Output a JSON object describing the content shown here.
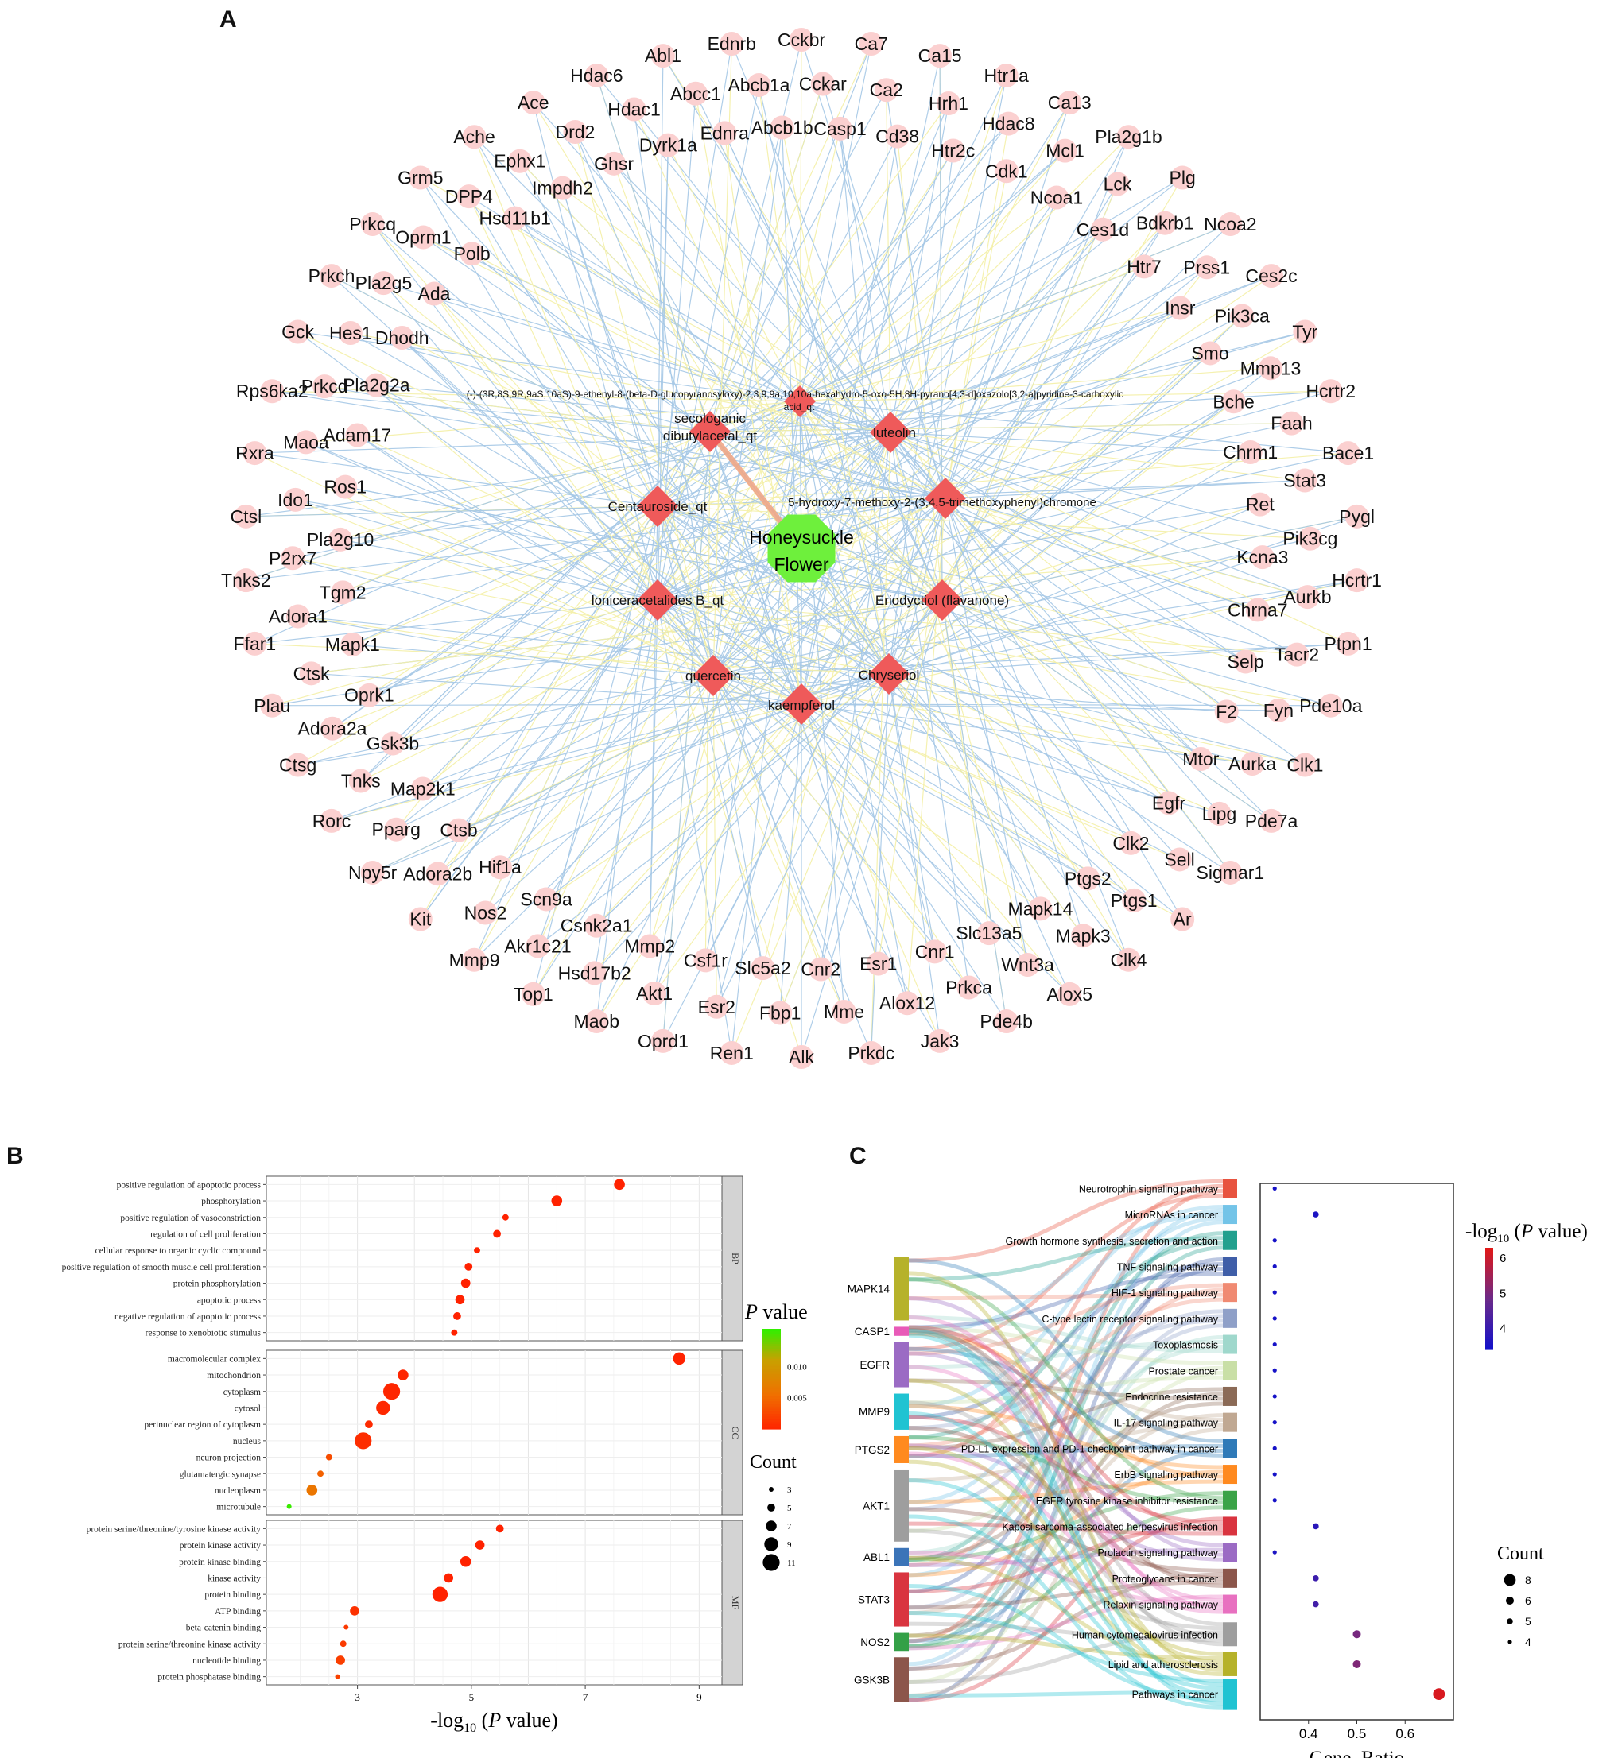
{
  "figure": {
    "letters": [
      "A",
      "B",
      "C"
    ]
  },
  "colors": {
    "target_node": "#fbd0d0",
    "compound_node": "#ef5a5a",
    "herb_node": "#6ef03c",
    "edge_blue": "#a6c8e6",
    "edge_yellow": "#f4f0a8",
    "edge_orange": "#f0a888",
    "strip_bg": "#d3d3d3"
  },
  "network": {
    "herb": {
      "line1": "Honeysuckle",
      "line2": "Flower"
    },
    "compounds": [
      {
        "label": "(-)-(3R,8S,9R,9aS,10aS)-9-ethenyl-8-(beta-D-glucopyranosyloxy)-2,3,9,9a,10,10a-hexahydro-5-oxo-5H,8H-pyrano[4,3-d]oxazolo[3,2-a]pyridine-3-carboxylic",
        "label2": "acid_qt"
      },
      {
        "label": "secologanic",
        "label2": "dibutylacetal_qt"
      },
      {
        "label": "luteolin"
      },
      {
        "label": "Centauroside_qt"
      },
      {
        "label": "5-hydroxy-7-methoxy-2-(3,4,5-trimethoxyphenyl)chromone"
      },
      {
        "label": "loniceracetalides B_qt"
      },
      {
        "label": "Eriodyctiol (flavanone)"
      },
      {
        "label": "quercetin"
      },
      {
        "label": "Chryseriol"
      },
      {
        "label": "kaempferol"
      }
    ],
    "targets": [
      "Cckbr",
      "Cckar",
      "Casp1",
      "Ca7",
      "Ca2",
      "Cd38",
      "Ca15",
      "Hrh1",
      "Htr2c",
      "Htr1a",
      "Hdac8",
      "Cdk1",
      "Ca13",
      "Mcl1",
      "Ncoa1",
      "Pla2g1b",
      "Lck",
      "Ces1d",
      "Plg",
      "Bdkrb1",
      "Htr7",
      "Ncoa2",
      "Prss1",
      "Insr",
      "Ces2c",
      "Pik3ca",
      "Smo",
      "Tyr",
      "Mmp13",
      "Bche",
      "Hcrtr2",
      "Faah",
      "Chrm1",
      "Bace1",
      "Stat3",
      "Ret",
      "Pygl",
      "Pik3cg",
      "Kcna3",
      "Hcrtr1",
      "Aurkb",
      "Chrna7",
      "Ptpn1",
      "Tacr2",
      "Selp",
      "Pde10a",
      "Fyn",
      "F2",
      "Clk1",
      "Aurka",
      "Mtor",
      "Pde7a",
      "Lipg",
      "Egfr",
      "Sigmar1",
      "Sell",
      "Clk2",
      "Ar",
      "Ptgs1",
      "Ptgs2",
      "Clk4",
      "Mapk3",
      "Mapk14",
      "Alox5",
      "Wnt3a",
      "Slc13a5",
      "Pde4b",
      "Prkca",
      "Cnr1",
      "Jak3",
      "Alox12",
      "Esr1",
      "Prkdc",
      "Mme",
      "Cnr2",
      "Alk",
      "Fbp1",
      "Slc5a2",
      "Ren1",
      "Esr2",
      "Csf1r",
      "Oprd1",
      "Akt1",
      "Mmp2",
      "Maob",
      "Hsd17b2",
      "Csnk2a1",
      "Top1",
      "Akr1c21",
      "Scn9a",
      "Mmp9",
      "Nos2",
      "Hif1a",
      "Kit",
      "Adora2b",
      "Ctsb",
      "Npy5r",
      "Pparg",
      "Map2k1",
      "Rorc",
      "Tnks",
      "Gsk3b",
      "Ctsg",
      "Adora2a",
      "Oprk1",
      "Plau",
      "Ctsk",
      "Mapk1",
      "Ffar1",
      "Adora1",
      "Tgm2",
      "Tnks2",
      "P2rx7",
      "Pla2g10",
      "Ctsl",
      "Ido1",
      "Ros1",
      "Rxra",
      "Maoa",
      "Adam17",
      "Rps6ka2",
      "Prkcd",
      "Pla2g2a",
      "Gck",
      "Hes1",
      "Dhodh",
      "Prkch",
      "Pla2g5",
      "Ada",
      "Prkcq",
      "Oprm1",
      "Polb",
      "Grm5",
      "DPP4",
      "Hsd11b1",
      "Ache",
      "Ephx1",
      "Impdh2",
      "Ace",
      "Drd2",
      "Ghsr",
      "Hdac6",
      "Hdac1",
      "Dyrk1a",
      "Abl1",
      "Abcc1",
      "Ednra",
      "Ednrb",
      "Abcb1a",
      "Abcb1b"
    ]
  },
  "chart_data": [
    {
      "panel": "B",
      "type": "scatter",
      "xlabel": "-log10 (P value)",
      "xticks": [
        3,
        5,
        7,
        9
      ],
      "xlim": [
        1.4,
        9.4
      ],
      "grid": true,
      "facets": [
        {
          "name": "BP",
          "terms": [
            {
              "term": "positive regulation of apoptotic process",
              "x": 7.6,
              "count": 7,
              "p": 0.0
            },
            {
              "term": "phosphorylation",
              "x": 6.5,
              "count": 7,
              "p": 0.0
            },
            {
              "term": "positive regulation of vasoconstriction",
              "x": 5.6,
              "count": 4,
              "p": 0.0
            },
            {
              "term": "regulation of cell proliferation",
              "x": 5.45,
              "count": 5,
              "p": 0.0
            },
            {
              "term": "cellular response to organic cyclic compound",
              "x": 5.1,
              "count": 4,
              "p": 0.0
            },
            {
              "term": "positive regulation of smooth muscle cell proliferation",
              "x": 4.95,
              "count": 5,
              "p": 0.0
            },
            {
              "term": "protein phosphorylation",
              "x": 4.9,
              "count": 6,
              "p": 0.0
            },
            {
              "term": "apoptotic process",
              "x": 4.8,
              "count": 6,
              "p": 0.0
            },
            {
              "term": "negative regulation of apoptotic process",
              "x": 4.75,
              "count": 5,
              "p": 0.0
            },
            {
              "term": "response to xenobiotic stimulus",
              "x": 4.7,
              "count": 4,
              "p": 0.0
            }
          ]
        },
        {
          "name": "CC",
          "terms": [
            {
              "term": "macromolecular complex",
              "x": 8.65,
              "count": 8,
              "p": 0.0
            },
            {
              "term": "mitochondrion",
              "x": 3.8,
              "count": 7,
              "p": 0.0002
            },
            {
              "term": "cytoplasm",
              "x": 3.6,
              "count": 11,
              "p": 0.0003
            },
            {
              "term": "cytosol",
              "x": 3.45,
              "count": 9,
              "p": 0.0004
            },
            {
              "term": "perinuclear region of cytoplasm",
              "x": 3.2,
              "count": 5,
              "p": 0.0006
            },
            {
              "term": "nucleus",
              "x": 3.1,
              "count": 11,
              "p": 0.0008
            },
            {
              "term": "neuron projection",
              "x": 2.5,
              "count": 4,
              "p": 0.003
            },
            {
              "term": "glutamatergic synapse",
              "x": 2.35,
              "count": 4,
              "p": 0.0045
            },
            {
              "term": "nucleoplasm",
              "x": 2.2,
              "count": 7,
              "p": 0.0063
            },
            {
              "term": "microtubule",
              "x": 1.8,
              "count": 3,
              "p": 0.0158
            }
          ]
        },
        {
          "name": "MF",
          "terms": [
            {
              "term": "protein serine/threonine/tyrosine kinase activity",
              "x": 5.5,
              "count": 5,
              "p": 0.0
            },
            {
              "term": "protein kinase activity",
              "x": 5.15,
              "count": 6,
              "p": 0.0
            },
            {
              "term": "protein kinase binding",
              "x": 4.9,
              "count": 7,
              "p": 0.0
            },
            {
              "term": "kinase activity",
              "x": 4.6,
              "count": 6,
              "p": 0.0
            },
            {
              "term": "protein binding",
              "x": 4.45,
              "count": 10,
              "p": 0.0
            },
            {
              "term": "ATP binding",
              "x": 2.95,
              "count": 6,
              "p": 0.0011
            },
            {
              "term": "beta-catenin binding",
              "x": 2.8,
              "count": 3,
              "p": 0.0016
            },
            {
              "term": "protein serine/threonine kinase activity",
              "x": 2.75,
              "count": 4,
              "p": 0.0018
            },
            {
              "term": "nucleotide binding",
              "x": 2.7,
              "count": 6,
              "p": 0.002
            },
            {
              "term": "protein phosphatase binding",
              "x": 2.65,
              "count": 3,
              "p": 0.0022
            }
          ]
        }
      ],
      "color_legend": {
        "title": "P value",
        "ticks": [
          "0.010",
          "0.005"
        ],
        "range": [
          0,
          0.016
        ]
      },
      "size_legend": {
        "title": "Count",
        "values": [
          3,
          5,
          7,
          9,
          11
        ]
      }
    },
    {
      "panel": "C",
      "type": "scatter",
      "xlabel": "Gene. Ratio",
      "xticks": [
        0.4,
        0.5,
        0.6
      ],
      "xlim": [
        0.3,
        0.7
      ],
      "genes": [
        {
          "name": "MAPK14",
          "weight": 7,
          "color": "#b6b22a"
        },
        {
          "name": "CASP1",
          "weight": 1,
          "color": "#e85ab8"
        },
        {
          "name": "EGFR",
          "weight": 5,
          "color": "#9b6bc4"
        },
        {
          "name": "MMP9",
          "weight": 4,
          "color": "#20c3d2"
        },
        {
          "name": "PTGS2",
          "weight": 3,
          "color": "#ff8a1f"
        },
        {
          "name": "AKT1",
          "weight": 8,
          "color": "#9e9e9e"
        },
        {
          "name": "ABL1",
          "weight": 2,
          "color": "#3b74b8"
        },
        {
          "name": "STAT3",
          "weight": 6,
          "color": "#d9343f"
        },
        {
          "name": "NOS2",
          "weight": 2,
          "color": "#34a047"
        },
        {
          "name": "GSK3B",
          "weight": 5,
          "color": "#8c564b"
        }
      ],
      "pathways": [
        {
          "name": "Neurotrophin signaling pathway",
          "ratio": 0.33,
          "log10p": 3.5,
          "count": 4,
          "color": "#e8533f"
        },
        {
          "name": "MicroRNAs in cancer",
          "ratio": 0.415,
          "log10p": 3.6,
          "count": 5,
          "color": "#73c4e8"
        },
        {
          "name": "Growth hormone synthesis, secretion and action",
          "ratio": 0.33,
          "log10p": 3.5,
          "count": 4,
          "color": "#22a08e"
        },
        {
          "name": "TNF signaling pathway",
          "ratio": 0.33,
          "log10p": 3.5,
          "count": 4,
          "color": "#3f5ea8"
        },
        {
          "name": "HIF-1 signaling pathway",
          "ratio": 0.33,
          "log10p": 3.5,
          "count": 4,
          "color": "#f08a72"
        },
        {
          "name": "C-type lectin receptor signaling pathway",
          "ratio": 0.33,
          "log10p": 3.5,
          "count": 4,
          "color": "#8fa0c8"
        },
        {
          "name": "Toxoplasmosis",
          "ratio": 0.33,
          "log10p": 3.5,
          "count": 4,
          "color": "#9fd8cc"
        },
        {
          "name": "Prostate cancer",
          "ratio": 0.33,
          "log10p": 3.5,
          "count": 4,
          "color": "#c9dfa6"
        },
        {
          "name": "Endocrine resistance",
          "ratio": 0.33,
          "log10p": 3.5,
          "count": 4,
          "color": "#8b6a56"
        },
        {
          "name": "IL-17 signaling pathway",
          "ratio": 0.33,
          "log10p": 3.5,
          "count": 4,
          "color": "#c0a892"
        },
        {
          "name": "PD-L1 expression and PD-1 checkpoint pathway in cancer",
          "ratio": 0.33,
          "log10p": 3.5,
          "count": 4,
          "color": "#2f7ab8"
        },
        {
          "name": "ErbB signaling pathway",
          "ratio": 0.33,
          "log10p": 3.5,
          "count": 4,
          "color": "#ff8a1f"
        },
        {
          "name": "EGFR tyrosine kinase inhibitor resistance",
          "ratio": 0.33,
          "log10p": 3.5,
          "count": 4,
          "color": "#3aa347"
        },
        {
          "name": "Kaposi sarcoma-associated herpesvirus infection",
          "ratio": 0.415,
          "log10p": 3.8,
          "count": 5,
          "color": "#d9343f"
        },
        {
          "name": "Prolactin signaling pathway",
          "ratio": 0.33,
          "log10p": 3.6,
          "count": 4,
          "color": "#9b6bc4"
        },
        {
          "name": "Proteoglycans in cancer",
          "ratio": 0.415,
          "log10p": 4.1,
          "count": 5,
          "color": "#8c564b"
        },
        {
          "name": "Relaxin signaling pathway",
          "ratio": 0.415,
          "log10p": 4.2,
          "count": 5,
          "color": "#e870c0"
        },
        {
          "name": "Human cytomegalovirus infection",
          "ratio": 0.5,
          "log10p": 5.0,
          "count": 6,
          "color": "#9e9e9e"
        },
        {
          "name": "Lipid and atherosclerosis",
          "ratio": 0.5,
          "log10p": 5.1,
          "count": 6,
          "color": "#b6b22a"
        },
        {
          "name": "Pathways in cancer",
          "ratio": 0.67,
          "log10p": 6.2,
          "count": 8,
          "color": "#20c3d2"
        }
      ],
      "color_legend": {
        "title": "-log10 (P value)",
        "ticks": [
          "6",
          "5",
          "4"
        ],
        "range": [
          3.4,
          6.3
        ]
      },
      "size_legend": {
        "title": "Count",
        "values": [
          8,
          6,
          5,
          4
        ]
      }
    }
  ]
}
